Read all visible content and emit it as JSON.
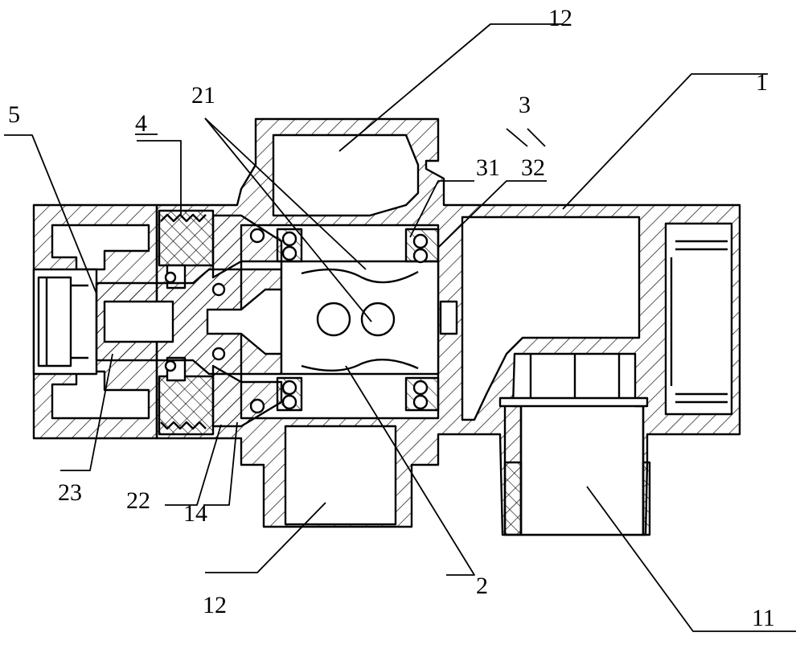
{
  "diagram": {
    "labels": {
      "l12_top": "12",
      "l1": "1",
      "l3": "3",
      "l31": "31",
      "l32": "32",
      "l21": "21",
      "l4": "4",
      "l5": "5",
      "l23": "23",
      "l22": "22",
      "l14": "14",
      "l12_bottom": "12",
      "l2": "2",
      "l11": "11"
    }
  }
}
